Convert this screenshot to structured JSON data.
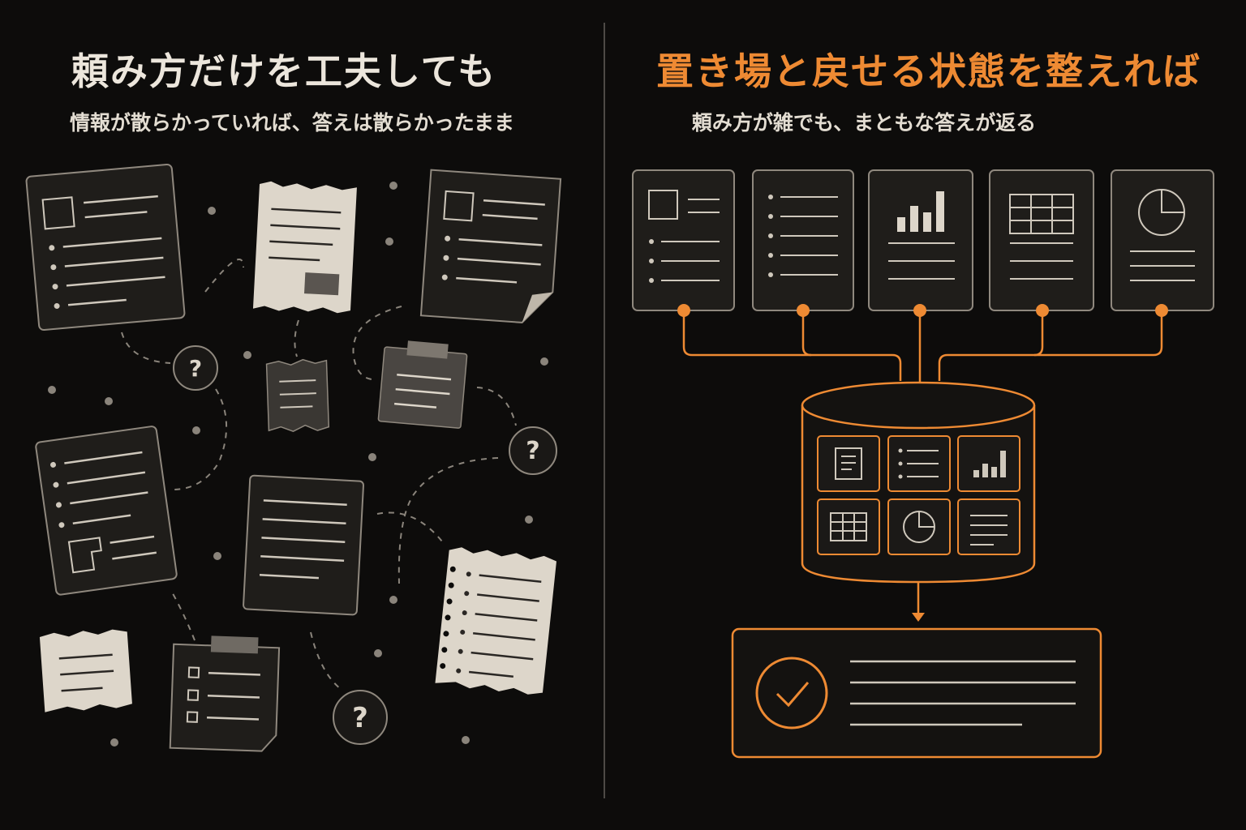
{
  "left": {
    "title": "頼み方だけを工夫しても",
    "subtitle": "情報が散らかっていれば、答えは散らかったまま",
    "question_mark": "?"
  },
  "right": {
    "title": "置き場と戻せる状態を整えれば",
    "subtitle": "頼み方が雑でも、まともな答えが返る"
  },
  "colors": {
    "background": "#0d0c0b",
    "accent": "#ee8a33",
    "card_stroke": "#8f887e",
    "paper": "#ddd6ca",
    "text": "#ece6dc"
  },
  "icons": {
    "source_docs": [
      "document-image-list-icon",
      "bullet-list-icon",
      "bar-chart-icon",
      "table-icon",
      "pie-chart-icon"
    ],
    "database": "database-cylinder-icon",
    "database_tiles": [
      "document-icon",
      "bullet-list-icon",
      "bar-chart-icon",
      "table-icon",
      "pie-chart-icon",
      "text-lines-icon"
    ],
    "result": "check-circle-icon"
  }
}
